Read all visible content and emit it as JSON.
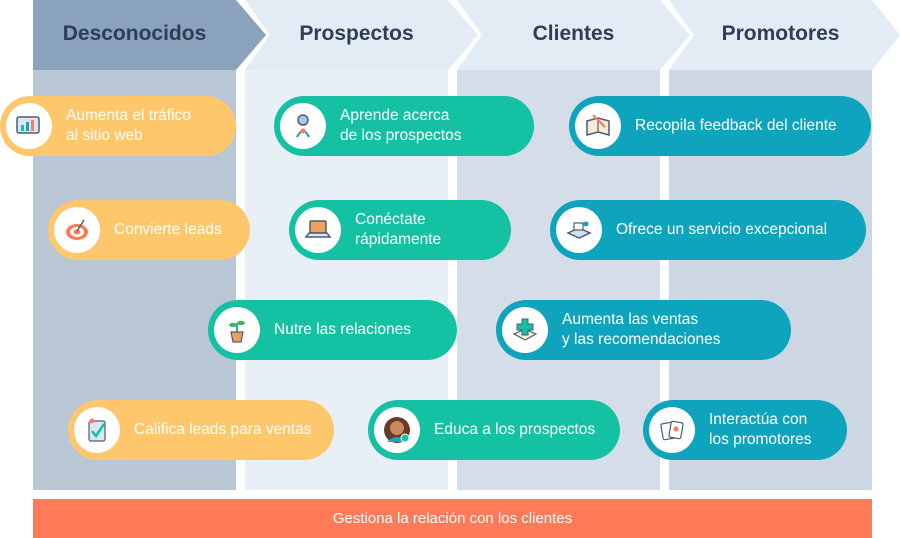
{
  "stages": [
    {
      "label": "Desconocidos"
    },
    {
      "label": "Prospectos"
    },
    {
      "label": "Clientes"
    },
    {
      "label": "Promotores"
    }
  ],
  "colors": {
    "header_dark": "#8aa2bb",
    "header_light": "#e3ebf4",
    "orange": "#ffc76c",
    "green": "#15c1a3",
    "teal": "#0fa4bd",
    "bottom_bar": "#ff7a59"
  },
  "actions": [
    {
      "label": "Aumenta el tráfico\nal sitio web",
      "icon": "website-traffic-icon"
    },
    {
      "label": "Aprende acerca\nde los prospectos",
      "icon": "research-icon"
    },
    {
      "label": "Recopila feedback del cliente",
      "icon": "notebook-icon"
    },
    {
      "label": "Convierte leads",
      "icon": "target-icon"
    },
    {
      "label": "Conéctate\nrápidamente",
      "icon": "laptop-icon"
    },
    {
      "label": "Ofrece un servicio excepcional",
      "icon": "service-desk-icon"
    },
    {
      "label": "Nutre las relaciones",
      "icon": "plant-icon"
    },
    {
      "label": "Aumenta las ventas\ny las recomendaciones",
      "icon": "plus-cube-icon"
    },
    {
      "label": "Califica leads para ventas",
      "icon": "checklist-icon"
    },
    {
      "label": "Educa a los prospectos",
      "icon": "person-avatar-icon"
    },
    {
      "label": "Interactúa con\nlos promotores",
      "icon": "cards-icon"
    }
  ],
  "bottom_bar": {
    "label": "Gestiona la relación con los clientes"
  }
}
